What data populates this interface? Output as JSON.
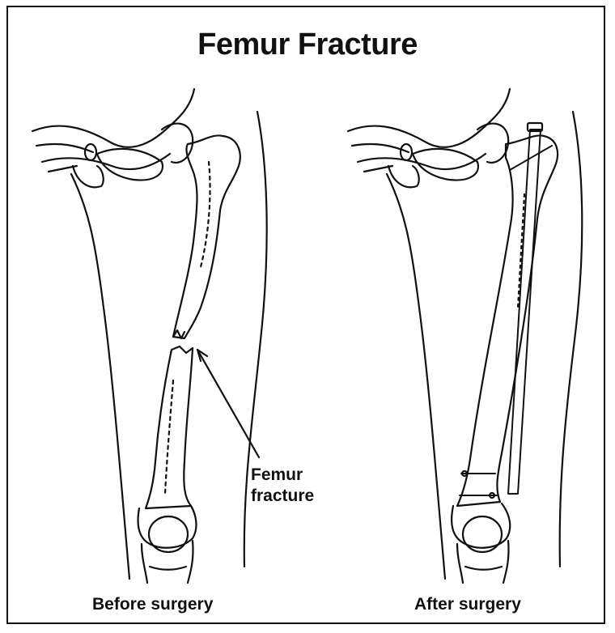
{
  "title": "Femur Fracture",
  "labels": {
    "fracture_line1": "Femur",
    "fracture_line2": "fracture"
  },
  "captions": {
    "before": "Before surgery",
    "after": "After surgery"
  },
  "colors": {
    "ink": "#111111",
    "background": "#ffffff"
  }
}
